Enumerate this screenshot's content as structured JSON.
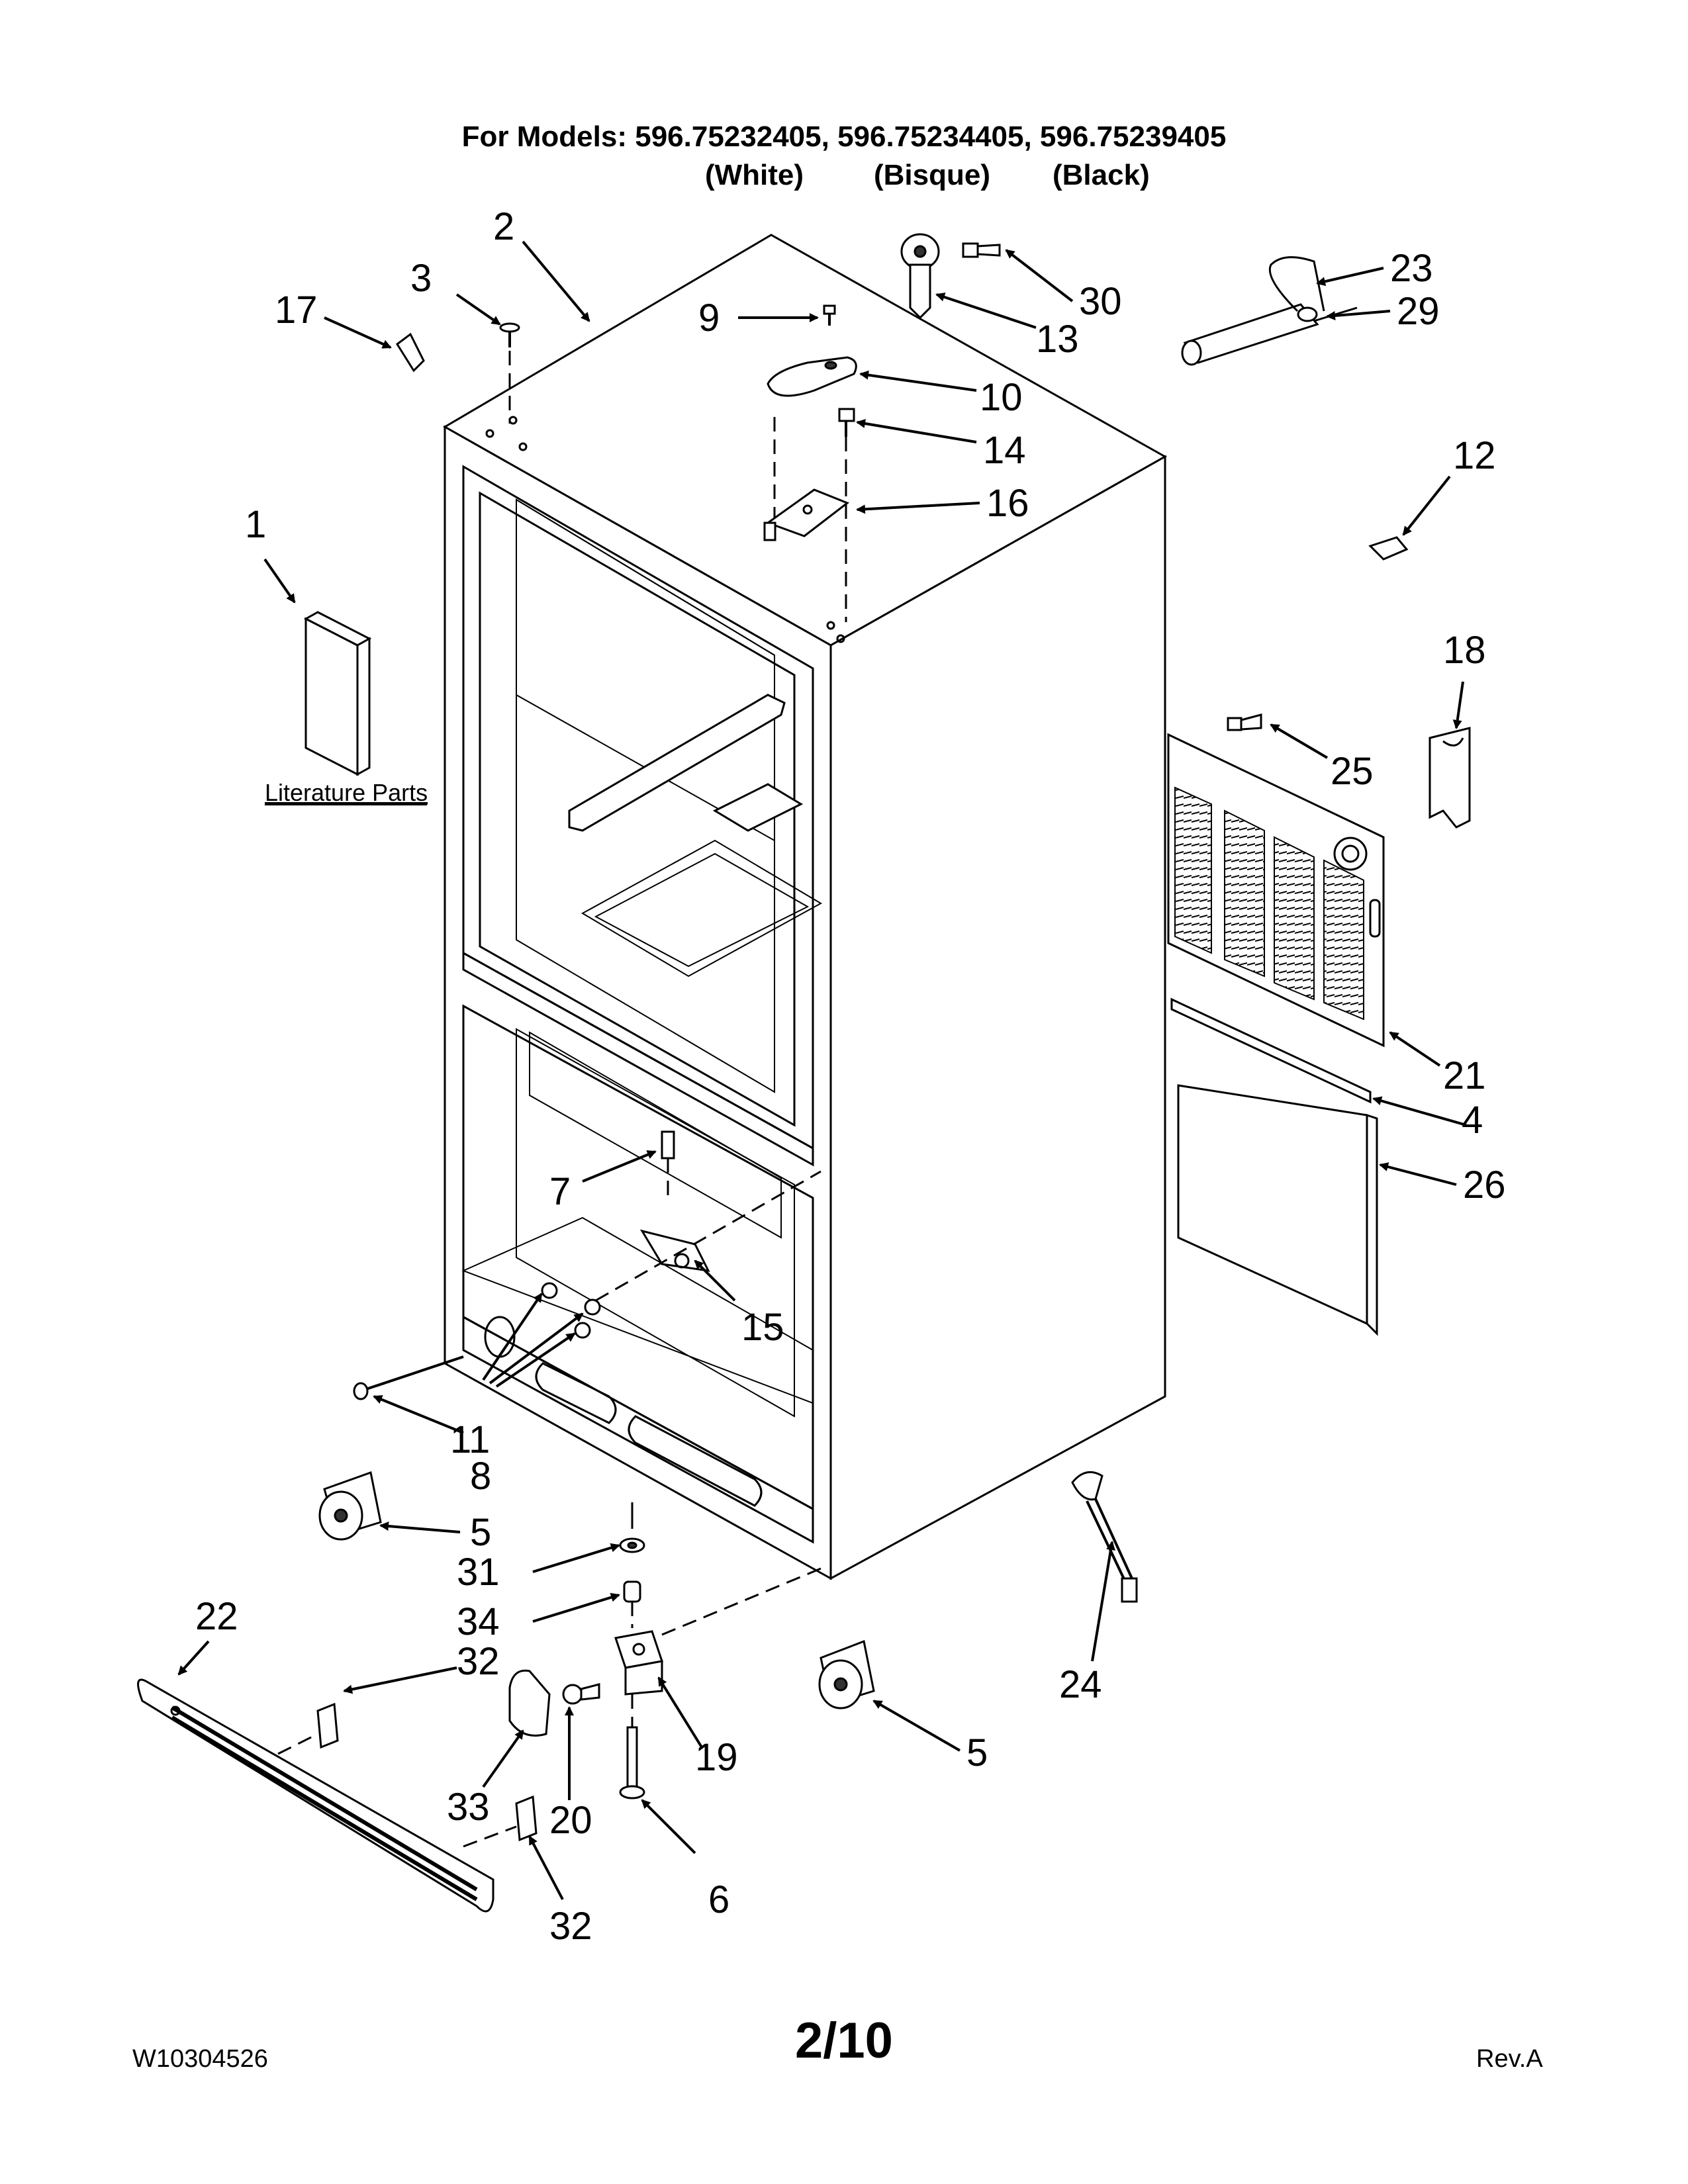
{
  "header": {
    "title": "For Models: 596.75232405, 596.75234405, 596.75239405",
    "colors": [
      "(White)",
      "(Bisque)",
      "(Black)"
    ]
  },
  "literature_label": "Literature Parts",
  "callouts": [
    {
      "id": "c1",
      "label": "1"
    },
    {
      "id": "c2",
      "label": "2"
    },
    {
      "id": "c3",
      "label": "3"
    },
    {
      "id": "c4",
      "label": "4"
    },
    {
      "id": "c5a",
      "label": "5"
    },
    {
      "id": "c5b",
      "label": "5"
    },
    {
      "id": "c6",
      "label": "6"
    },
    {
      "id": "c7",
      "label": "7"
    },
    {
      "id": "c8",
      "label": "8"
    },
    {
      "id": "c9",
      "label": "9"
    },
    {
      "id": "c10",
      "label": "10"
    },
    {
      "id": "c11",
      "label": "11"
    },
    {
      "id": "c12",
      "label": "12"
    },
    {
      "id": "c13",
      "label": "13"
    },
    {
      "id": "c14",
      "label": "14"
    },
    {
      "id": "c15",
      "label": "15"
    },
    {
      "id": "c16",
      "label": "16"
    },
    {
      "id": "c17",
      "label": "17"
    },
    {
      "id": "c18",
      "label": "18"
    },
    {
      "id": "c19",
      "label": "19"
    },
    {
      "id": "c20",
      "label": "20"
    },
    {
      "id": "c21",
      "label": "21"
    },
    {
      "id": "c22",
      "label": "22"
    },
    {
      "id": "c23",
      "label": "23"
    },
    {
      "id": "c24",
      "label": "24"
    },
    {
      "id": "c25",
      "label": "25"
    },
    {
      "id": "c26",
      "label": "26"
    },
    {
      "id": "c29",
      "label": "29"
    },
    {
      "id": "c30",
      "label": "30"
    },
    {
      "id": "c31",
      "label": "31"
    },
    {
      "id": "c32a",
      "label": "32"
    },
    {
      "id": "c32b",
      "label": "32"
    },
    {
      "id": "c33",
      "label": "33"
    },
    {
      "id": "c34",
      "label": "34"
    }
  ],
  "footer": {
    "doc_number": "W10304526",
    "page": "2/10",
    "revision": "Rev.A"
  }
}
